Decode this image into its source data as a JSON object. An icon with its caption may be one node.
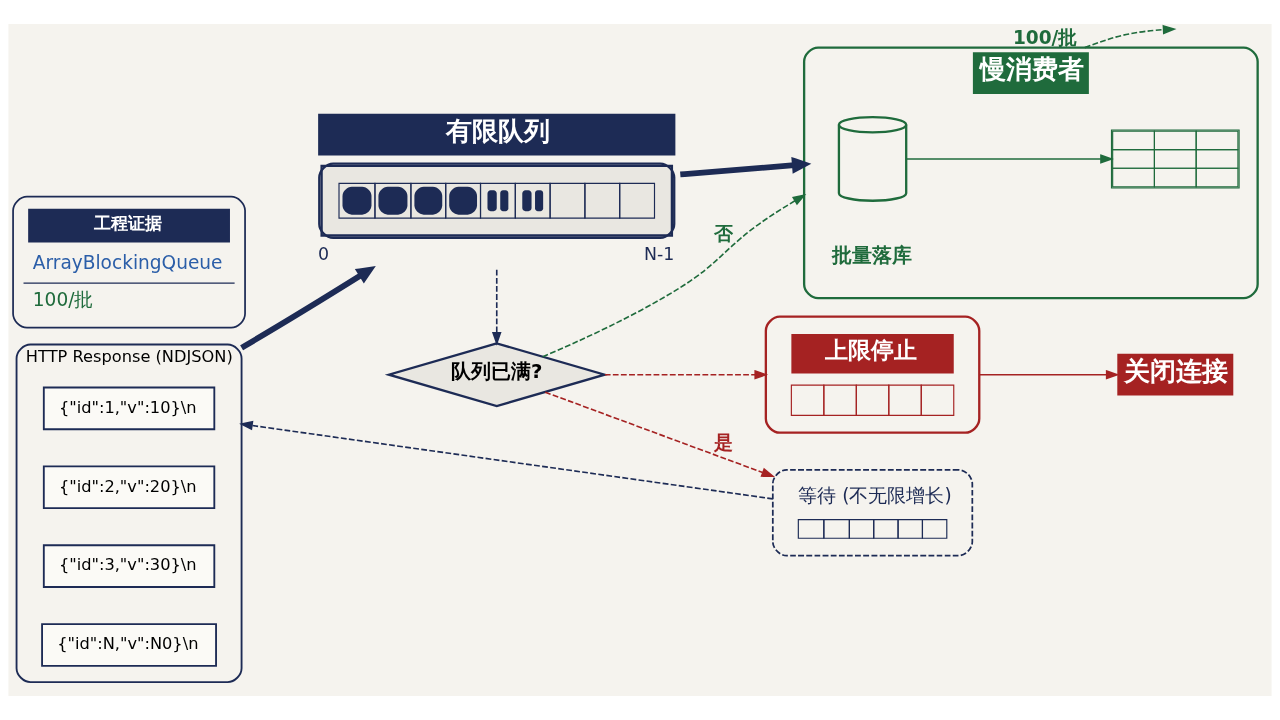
{
  "diagram": {
    "nodes": [
      {
        "text": [
          "HTTP Response (NDJSON)"
        ]
      },
      {
        "text": [
          "{\"id\":1,\"v\":10}\\n"
        ],
        "in": 0
      },
      {
        "text": [
          "{\"id\":2,\"v\":20}\\n"
        ],
        "in": 0
      },
      {
        "text": [
          "{\"id\":3,\"v\":30}\\n"
        ],
        "in": 0
      },
      {
        "text": [
          "{\"id\":N,\"v\":N0}\\n"
        ],
        "in": 0
      },
      {
        "text": [
          "有限队列"
        ],
        "beside": [
          "0",
          "N-1"
        ]
      },
      {
        "text": [
          "慢消费者",
          "批量落库"
        ]
      },
      {
        "text": [],
        "shape": "cylinder",
        "in": 6
      },
      {
        "text": [],
        "shape": "table",
        "in": 6
      },
      {
        "text": [
          "队列已满?"
        ]
      },
      {
        "text": [
          "工程证据",
          "ArrayBlockingQueue",
          "100/批"
        ]
      },
      {
        "text": [
          "等待 (不无限增长)"
        ]
      },
      {
        "text": [
          "上限停止"
        ]
      },
      {
        "text": [
          "关闭连接"
        ]
      }
    ],
    "edges": [
      {
        "from": 0,
        "to": 5,
        "arrow": "to",
        "style": "thick"
      },
      {
        "from": 5,
        "to": 6,
        "arrow": "to",
        "style": "thick"
      },
      {
        "from": 7,
        "to": 8,
        "arrow": "to",
        "color": "#1f6b3c"
      },
      {
        "from": 6,
        "to": null,
        "arrow": "to",
        "style": "dashed",
        "color": "#1f6b3c",
        "label": "100/批"
      },
      {
        "from": 5,
        "to": 9,
        "arrow": "to",
        "style": "dashed"
      },
      {
        "from": 9,
        "to": 6,
        "arrow": "to",
        "style": "dashed",
        "color": "#1f6b3c",
        "label": "否"
      },
      {
        "from": 9,
        "to": 11,
        "arrow": "to",
        "style": "dashed",
        "color": "#a52222",
        "label": "是"
      },
      {
        "from": 9,
        "to": 12,
        "arrow": "to",
        "style": "dashed",
        "color": "#a52222"
      },
      {
        "from": 11,
        "to": 0,
        "arrow": "to",
        "style": "dashed"
      },
      {
        "from": 12,
        "to": 13,
        "arrow": "to",
        "color": "#a52222"
      }
    ]
  }
}
